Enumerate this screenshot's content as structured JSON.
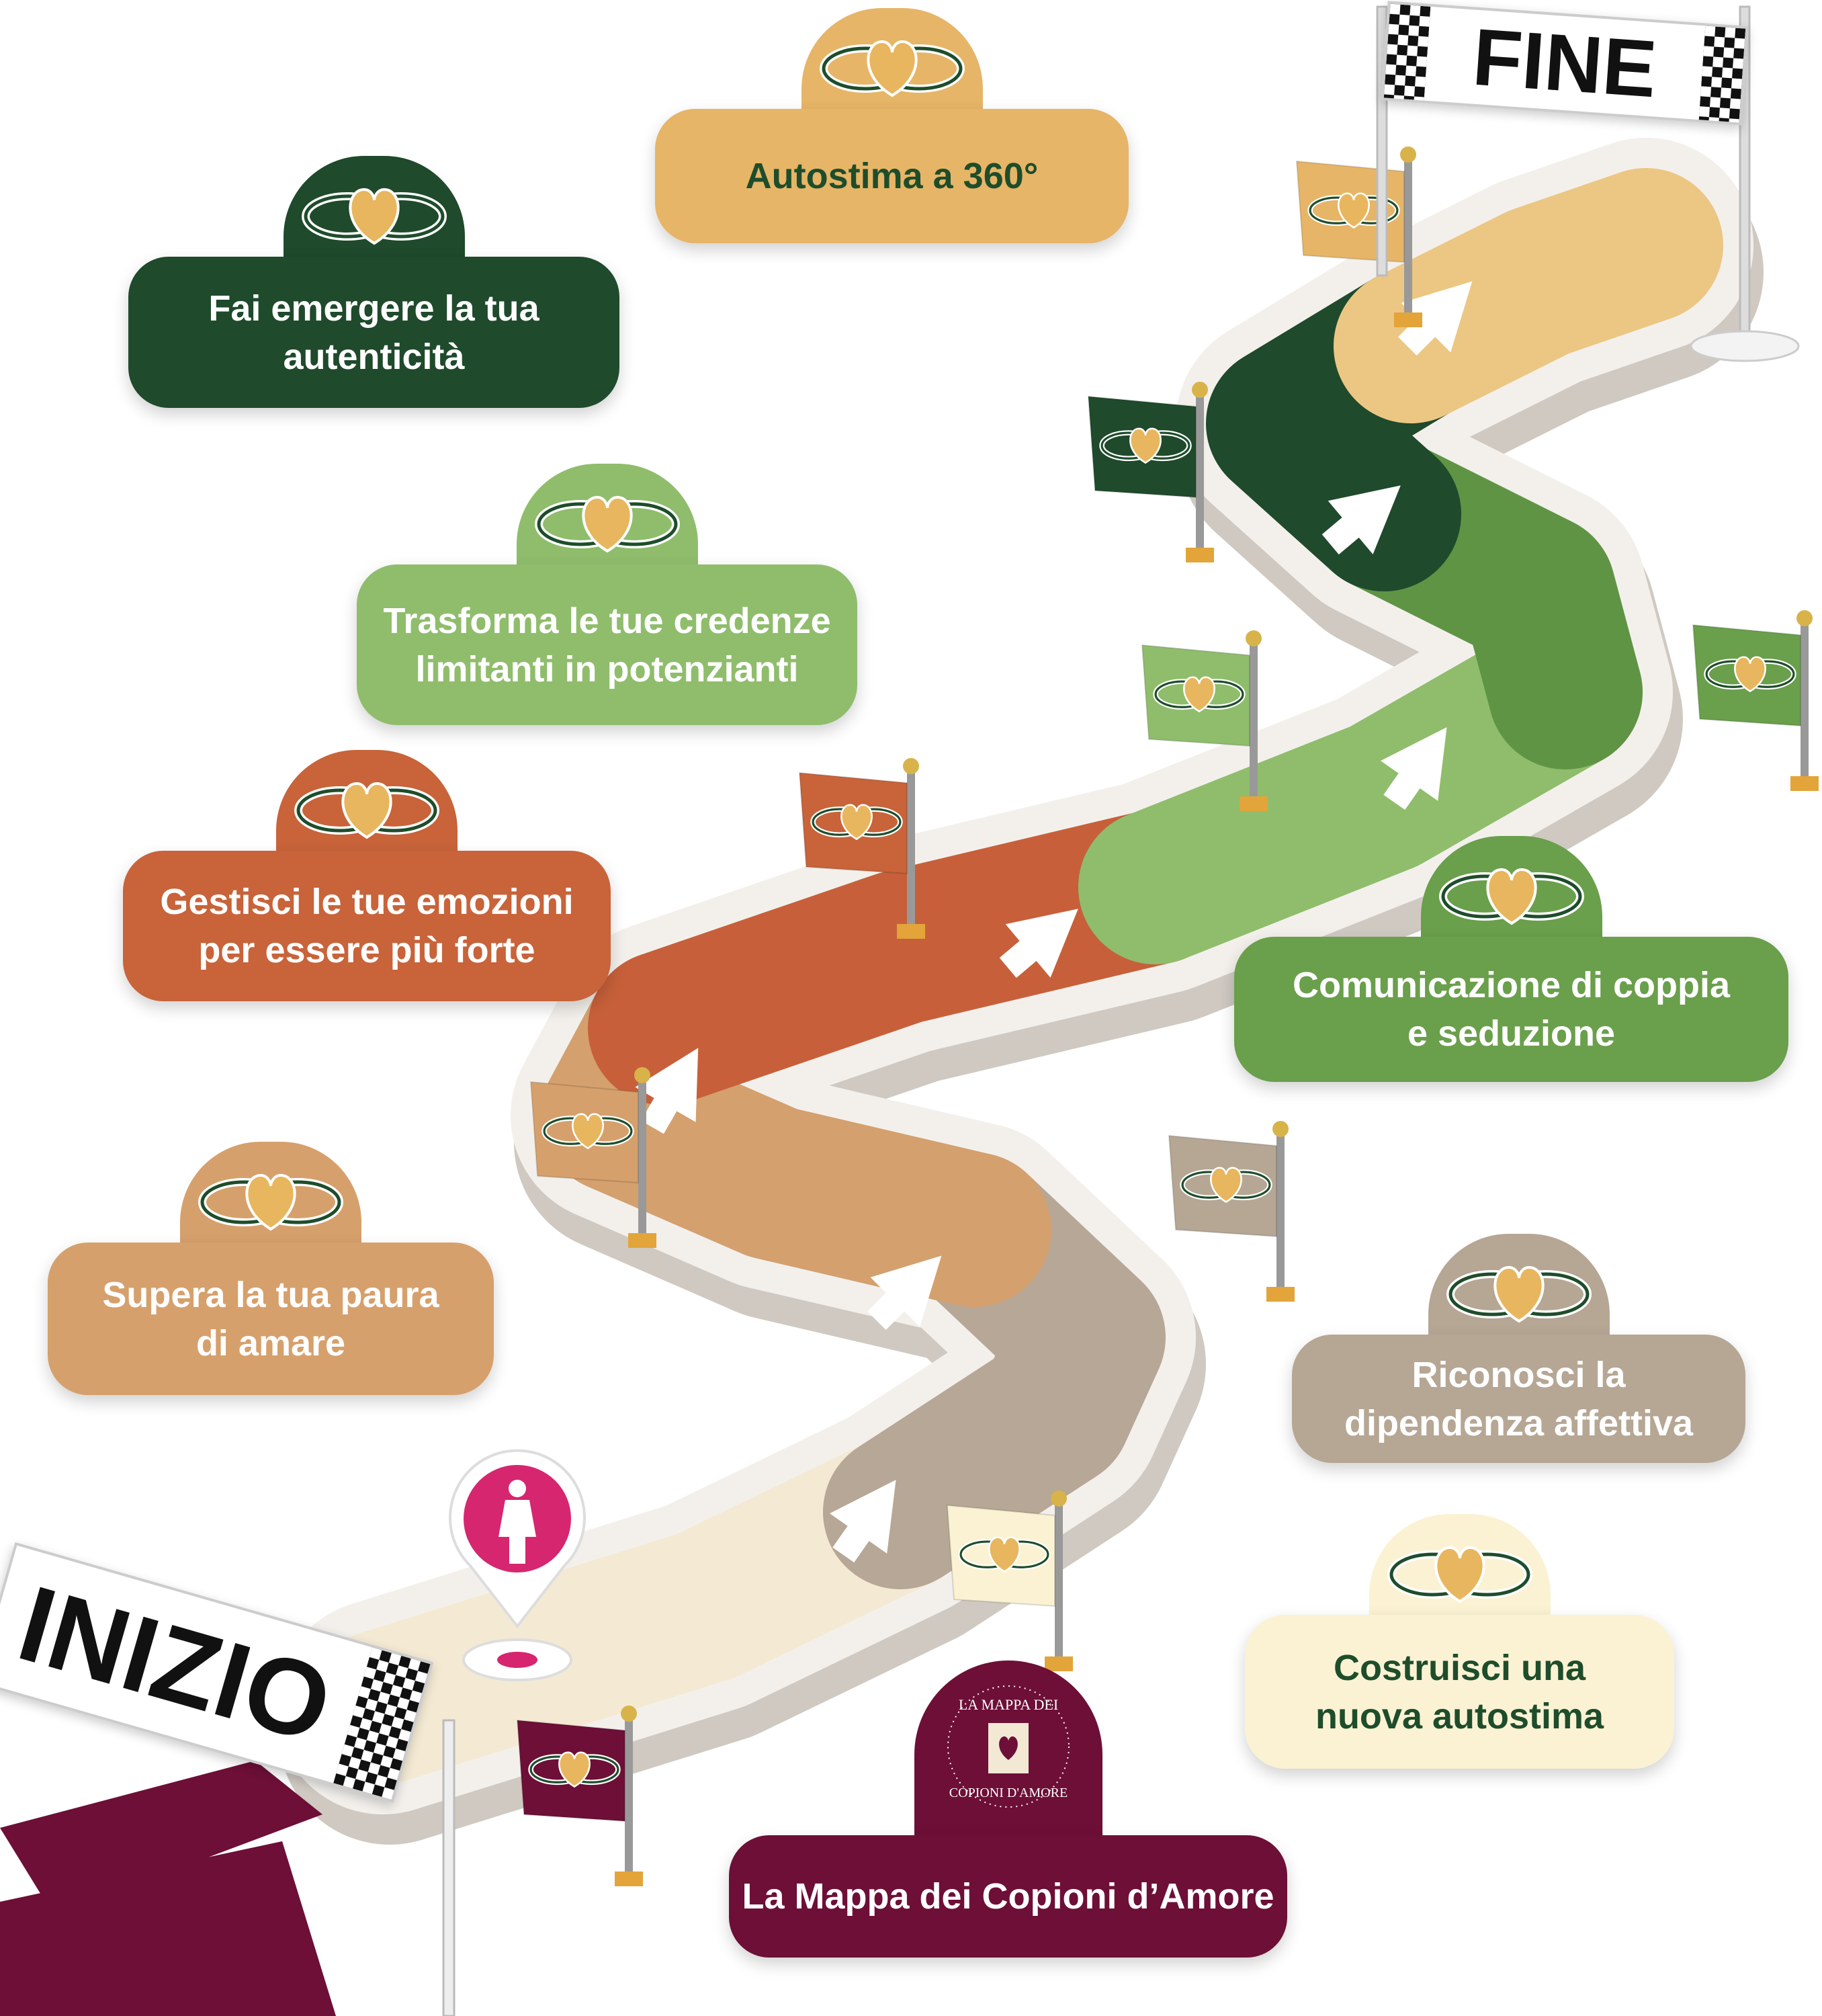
{
  "finish_banner": "FINE",
  "start_banner": "INIZIO",
  "stages": [
    {
      "id": "autostima-360",
      "lines": [
        "Autostima a 360°"
      ],
      "bg": "#e6b567",
      "text": "#1e4d2b"
    },
    {
      "id": "autenticita",
      "lines": [
        "Fai emergere la tua",
        "autenticità"
      ],
      "bg": "#1f4a2c",
      "text": "#ffffff"
    },
    {
      "id": "credenze",
      "lines": [
        "Trasforma le tue credenze",
        "limitanti in potenzianti"
      ],
      "bg": "#8fbd6c",
      "text": "#ffffff"
    },
    {
      "id": "emozioni",
      "lines": [
        "Gestisci le tue emozioni",
        "per essere più forte"
      ],
      "bg": "#c8633a",
      "text": "#ffffff"
    },
    {
      "id": "comunicazione",
      "lines": [
        "Comunicazione di coppia",
        "e seduzione"
      ],
      "bg": "#6a9f4b",
      "text": "#ffffff"
    },
    {
      "id": "paura",
      "lines": [
        "Supera la tua paura",
        "di amare"
      ],
      "bg": "#d6a06c",
      "text": "#ffffff"
    },
    {
      "id": "dipendenza",
      "lines": [
        "Riconosci la",
        "dipendenza affettiva"
      ],
      "bg": "#b6a694",
      "text": "#ffffff"
    },
    {
      "id": "nuova-autostima",
      "lines": [
        "Costruisci una",
        "nuova autostima"
      ],
      "bg": "#fbf2d4",
      "text": "#1e4d2b"
    },
    {
      "id": "mappa",
      "lines": [
        "La Mappa dei Copioni d’Amore"
      ],
      "bg": "#6d0f37",
      "text": "#ffffff"
    }
  ],
  "logo": {
    "top_text": "LA MAPPA DEI",
    "bottom_text": "COPIONI D'AMORE"
  },
  "icons": {
    "stage": "heart-infinity-icon",
    "player": "woman-pin-icon"
  }
}
